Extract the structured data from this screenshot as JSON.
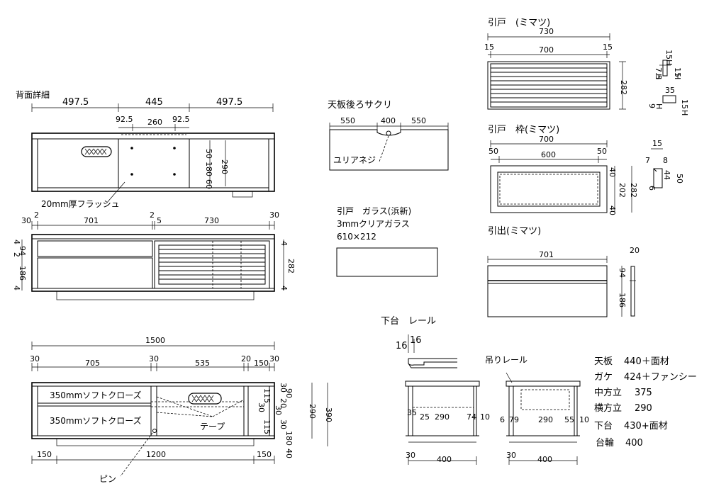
{
  "back": {
    "title": "背面詳細",
    "top_dims": [
      "497.5",
      "445",
      "497.5"
    ],
    "sub_dims": [
      "92.5",
      "260",
      "92.5"
    ],
    "vert_dims": [
      "50",
      "180",
      "290",
      "60"
    ],
    "flush_label": "20mm厚フラッシュ"
  },
  "front": {
    "top_dims": [
      "30",
      "2",
      "701",
      "2",
      "5",
      "730",
      "30"
    ],
    "left_dims": [
      "4",
      "94",
      "2",
      "186",
      "4"
    ],
    "right_dims": [
      "4",
      "282",
      "4"
    ]
  },
  "plan": {
    "overall": "1500",
    "top_dims": [
      "30",
      "705",
      "30",
      "535",
      "20",
      "150",
      "30"
    ],
    "drawer_top": "350mmソフトクローズ",
    "drawer_bottom": "350mmソフトクローズ",
    "tape_label": "テープ",
    "right_dims": [
      "30",
      "20",
      "90",
      "30",
      "30",
      "115",
      "290",
      "390",
      "115",
      "30",
      "180",
      "40"
    ],
    "bottom_dims": [
      "150",
      "1200",
      "150"
    ],
    "pin_label": "ピン"
  },
  "tenban": {
    "title": "天板後ろサクリ",
    "dims": [
      "550",
      "400",
      "550"
    ],
    "screw_label": "ユリアネジ"
  },
  "glass": {
    "title": "引戸　ガラス(浜新)",
    "spec": "3mmクリアガラス",
    "size": "610×212"
  },
  "rail": {
    "title": "下台　レール",
    "dims": [
      "16",
      "16"
    ],
    "hang_label": "吊りレール",
    "left_dims": [
      "35",
      "25",
      "290",
      "74",
      "10",
      "30",
      "400"
    ],
    "right_dims": [
      "6",
      "79",
      "290",
      "55",
      "10",
      "30",
      "400"
    ]
  },
  "door": {
    "title": "引戸　(ミマツ)",
    "dims": [
      "730",
      "15",
      "700",
      "15"
    ],
    "height": "282",
    "section_dims": [
      "15",
      "7.5",
      "H",
      "H",
      "15",
      "H",
      "35",
      "9",
      "H",
      "15",
      "H"
    ]
  },
  "frame": {
    "title": "引戸　枠(ミマツ)",
    "dims": [
      "700",
      "50",
      "600",
      "50"
    ],
    "right_dims": [
      "40",
      "202",
      "282",
      "40"
    ],
    "section_dims": [
      "15",
      "7",
      "8",
      "44",
      "50",
      "6"
    ]
  },
  "drawer": {
    "title": "引出(ミマツ)",
    "width": "701",
    "right_dims": [
      "94",
      "186"
    ],
    "section_top": "20"
  },
  "materials": [
    {
      "name": "天板",
      "value": "440＋面材"
    },
    {
      "name": "ガケ",
      "value": "424＋ファンシー"
    },
    {
      "name": "中方立",
      "value": "375"
    },
    {
      "name": "横方立",
      "value": "290"
    },
    {
      "name": "下台",
      "value": "430+面材"
    },
    {
      "name": "台輪",
      "value": "400"
    }
  ]
}
